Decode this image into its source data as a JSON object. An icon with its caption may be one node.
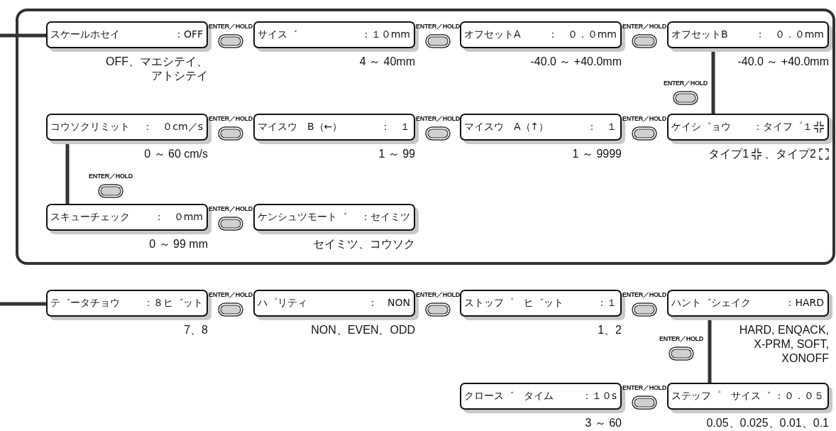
{
  "diagram": {
    "nodes": [
      {
        "text": [],
        "shape": "box"
      },
      {
        "text": [
          "スケールホセイ",
          "：OFF"
        ],
        "in": 0,
        "beside": [
          "OFF、マエシテイ、アトシテイ"
        ]
      },
      {
        "text": [
          "サイス゛",
          "：１０mm"
        ],
        "in": 0,
        "beside": [
          "4 ～ 40mm"
        ]
      },
      {
        "text": [
          "オフセットA",
          "：　０．０mm"
        ],
        "in": 0,
        "beside": [
          "-40.0 ～ +40.0mm"
        ]
      },
      {
        "text": [
          "オフセットB",
          "：　０．０mm"
        ],
        "in": 0,
        "beside": [
          "-40.0 ～ +40.0mm"
        ]
      },
      {
        "text": [
          "コウソクリミット",
          "：　０cm／s"
        ],
        "in": 0,
        "beside": [
          "0 ～ 60 cm/s"
        ]
      },
      {
        "text": [
          "マイスウ　B（←）",
          "：　１"
        ],
        "in": 0,
        "beside": [
          "1 ～ 99"
        ]
      },
      {
        "text": [
          "マイスウ　A（↑）",
          "：　１"
        ],
        "in": 0,
        "beside": [
          "1 ～ 9999"
        ]
      },
      {
        "text": [
          "ケイシ゛ョウ",
          "：タイフ゜１"
        ],
        "in": 0,
        "beside": [
          "タイプ1",
          "、タイプ2"
        ]
      },
      {
        "text": [
          "スキューチェック",
          "：　０mm"
        ],
        "in": 0,
        "beside": [
          "0 ～ 99 mm"
        ]
      },
      {
        "text": [
          "ケンシュツモート゛",
          "：セイミツ"
        ],
        "in": 0,
        "beside": [
          "セイミツ、コウソク"
        ]
      },
      {
        "text": [
          "テ゛ータチョウ",
          "：８ヒ゛ット"
        ],
        "beside": [
          "7、8"
        ]
      },
      {
        "text": [
          "ハ゜リティ",
          "：　NON"
        ],
        "beside": [
          "NON、EVEN、ODD"
        ]
      },
      {
        "text": [
          "ストッフ゜　ヒ゛ット",
          "：１"
        ],
        "beside": [
          "1、2"
        ]
      },
      {
        "text": [
          "ハント゛シェイク",
          "：HARD"
        ],
        "beside": [
          "HARD, ENQACK, X-PRM, SOFT, XONOFF"
        ]
      },
      {
        "text": [
          "クロース゛　タイム",
          "：１０s"
        ],
        "beside": [
          "3 ～ 60"
        ]
      },
      {
        "text": [
          "ステッフ゜　サイス゛",
          "：０．０５"
        ],
        "beside": [
          "0.05、0.025、0.01、0.1"
        ]
      }
    ],
    "edges": [
      {
        "from": null,
        "to": 1,
        "arrow": "none"
      },
      {
        "from": 4,
        "to": 8,
        "arrow": "none"
      },
      {
        "from": 5,
        "to": 9,
        "arrow": "none"
      },
      {
        "from": null,
        "to": 11,
        "arrow": "none"
      },
      {
        "from": 14,
        "to": 16,
        "arrow": "none"
      }
    ],
    "labels": [
      "ENTER／HOLD",
      "ENTER／HOLD",
      "ENTER／HOLD",
      "ENTER／HOLD",
      "ENTER／HOLD",
      "ENTER／HOLD",
      "ENTER／HOLD",
      "ENTER／HOLD",
      "ENTER／HOLD",
      "ENTER／HOLD",
      "ENTER／HOLD",
      "ENTER／HOLD",
      "ENTER／HOLD",
      "ENTER／HOLD"
    ]
  }
}
